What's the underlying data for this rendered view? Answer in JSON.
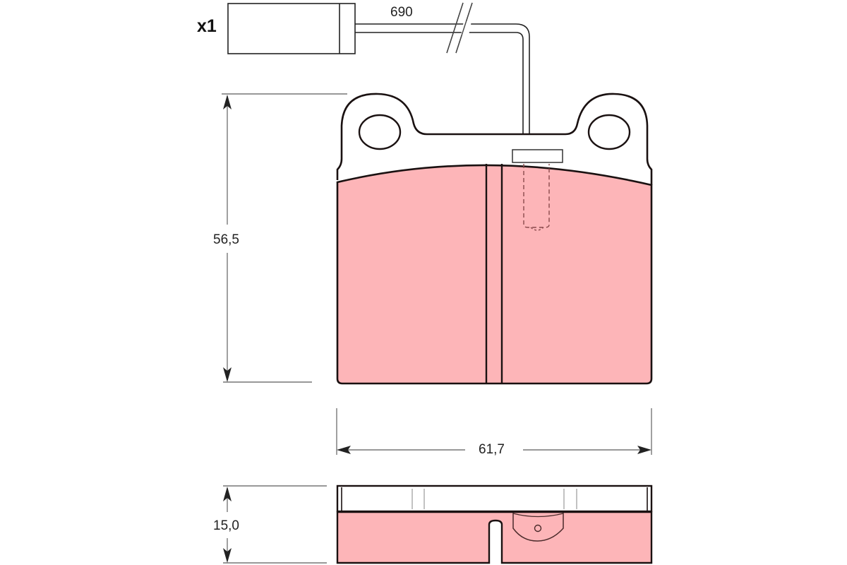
{
  "diagram": {
    "subject": "brake pad set with wear sensor",
    "quantity_label": "x1",
    "sensor_cable_length": "690",
    "dimensions": {
      "height": "56,5",
      "width": "61,7",
      "thickness": "15,0"
    },
    "colors": {
      "pad_fill": "#FDB5B8",
      "outline": "#1a1111",
      "dimension_line": "#777777",
      "background": "#FFFFFF"
    }
  }
}
